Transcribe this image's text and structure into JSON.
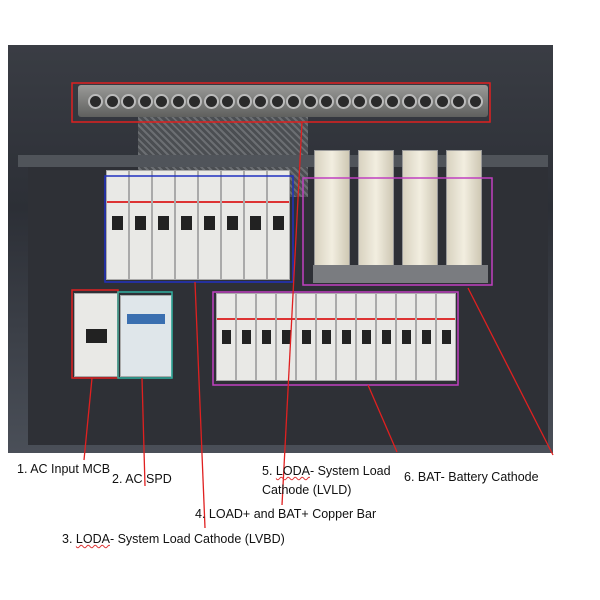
{
  "labels": {
    "l1": "1. AC Input MCB",
    "l2": "2. AC SPD",
    "l3_prefix": "3. ",
    "l3_underlined": "LODA",
    "l3_rest": "- System Load Cathode (LVBD)",
    "l4": "4. LOAD+ and BAT+ Copper Bar",
    "l5_prefix": "5.  ",
    "l5_underlined": "LODA",
    "l5_rest": "-  System  Load",
    "l5_line2": "Cathode (LVLD)",
    "l6": "6. BAT- Battery Cathode"
  },
  "colors": {
    "red": "#e02020",
    "blue": "#2030c0",
    "magenta": "#c040c0",
    "teal": "#30b0a0"
  }
}
